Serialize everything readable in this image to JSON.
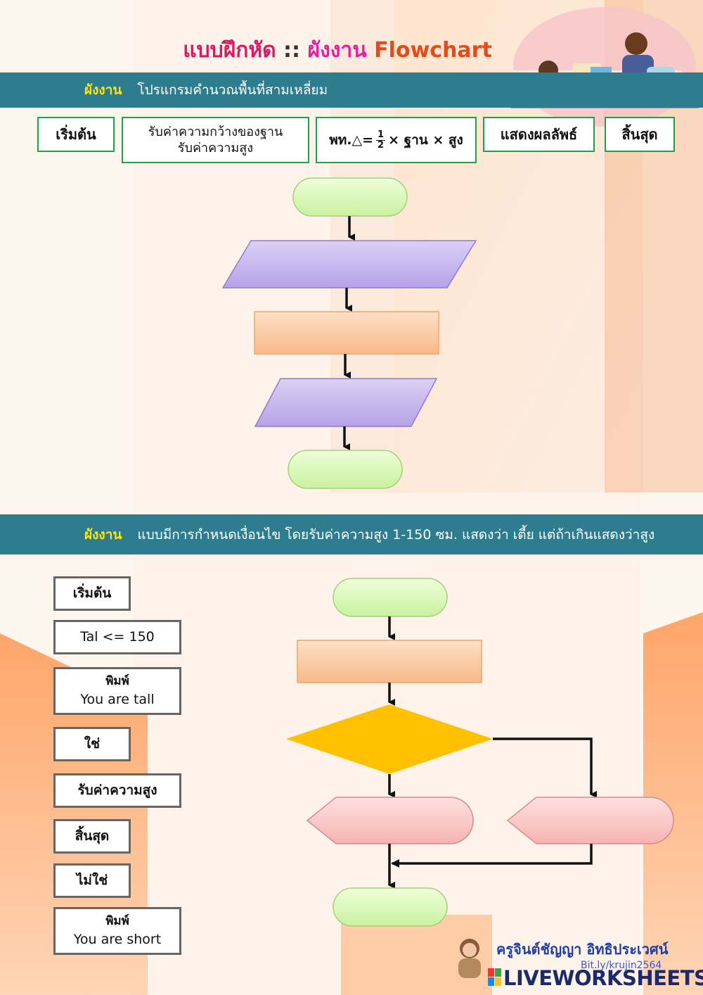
{
  "header": {
    "title_part1": "แบบฝึกหัด",
    "separator": " :: ",
    "title_part2": "ผังงาน",
    "title_part3": " Flowchart"
  },
  "section1": {
    "label": "ผังงาน",
    "text": "โปรแกรมคำนวณพื้นที่สามเหลี่ยม",
    "cards": {
      "start": "เริ่มต้น",
      "input_line1": "รับค่าความกว้างของฐาน",
      "input_line2": "รับค่าความสูง",
      "formula_prefix": "พท.△=",
      "formula_num": "1",
      "formula_den": "2",
      "formula_suffix": "× ฐาน × สูง",
      "output": "แสดงผลลัพธ์",
      "end": "สิ้นสุด"
    }
  },
  "section2": {
    "label": "ผังงาน",
    "text": "แบบมีการกำหนดเงื่อนไข โดยรับค่าความสูง 1-150 ซม. แสดงว่า เตี้ย แต่ถ้าเกินแสดงว่าสูง",
    "cards": {
      "start": "เริ่มต้น",
      "condition": "Tal <= 150",
      "print_tall_line1": "พิมพ์",
      "print_tall_line2": "You are tall",
      "yes": "ใช่",
      "input_height": "รับค่าความสูง",
      "end": "สิ้นสุด",
      "no": "ไม่ใช่",
      "print_short_line1": "พิมพ์",
      "print_short_line2": "You are short"
    }
  },
  "footer": {
    "credit": "ครูจินต์ชัญญา อิทธิประเวศน์",
    "link": "Bit.ly/krujin2564",
    "brand": "LIVEWORKSHEETS"
  },
  "colors": {
    "band": "#2e7d8f",
    "band_label": "#ffe600",
    "terminal": "#d9f7b8",
    "io": "#c8b8ee",
    "process": "#fcc89c",
    "decision": "#ffc000",
    "display": "#f9c6c6",
    "card_border_green": "#1aa34a",
    "card_border_grey": "#666666"
  }
}
